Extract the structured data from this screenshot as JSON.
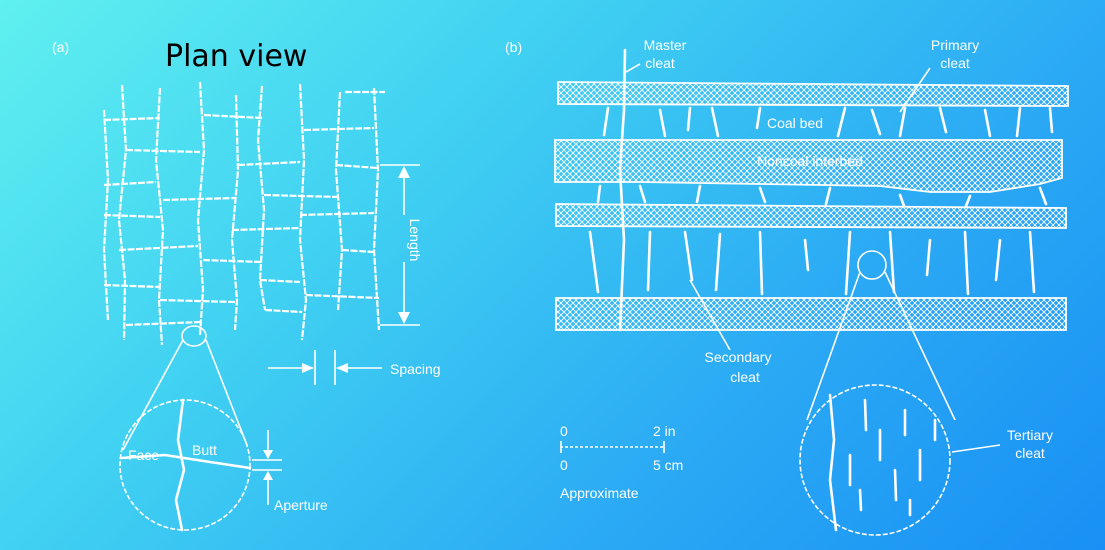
{
  "panel_a": {
    "tag": "(a)",
    "title": "Plan view",
    "length_label": "Length",
    "spacing_label": "Spacing",
    "face_label": "Face",
    "butt_label": "Butt",
    "aperture_label": "Aperture"
  },
  "panel_b": {
    "tag": "(b)",
    "master_cleat_label": [
      "Master",
      "cleat"
    ],
    "primary_cleat_label": [
      "Primary",
      "cleat"
    ],
    "coal_bed_label": "Coal bed",
    "interbed_label": "Noncoal interbed",
    "secondary_cleat_label": [
      "Secondary",
      "cleat"
    ],
    "tertiary_cleat_label": [
      "Tertiary",
      "cleat"
    ],
    "scale": {
      "top_zero": "0",
      "top_value": "2 in",
      "bottom_zero": "0",
      "bottom_value": "5 cm",
      "note": "Approximate"
    }
  },
  "colors": {
    "background_start": "#5ff0f0",
    "background_end": "#1890f5",
    "line_art": "#ffffff",
    "title_text": "#000000"
  }
}
